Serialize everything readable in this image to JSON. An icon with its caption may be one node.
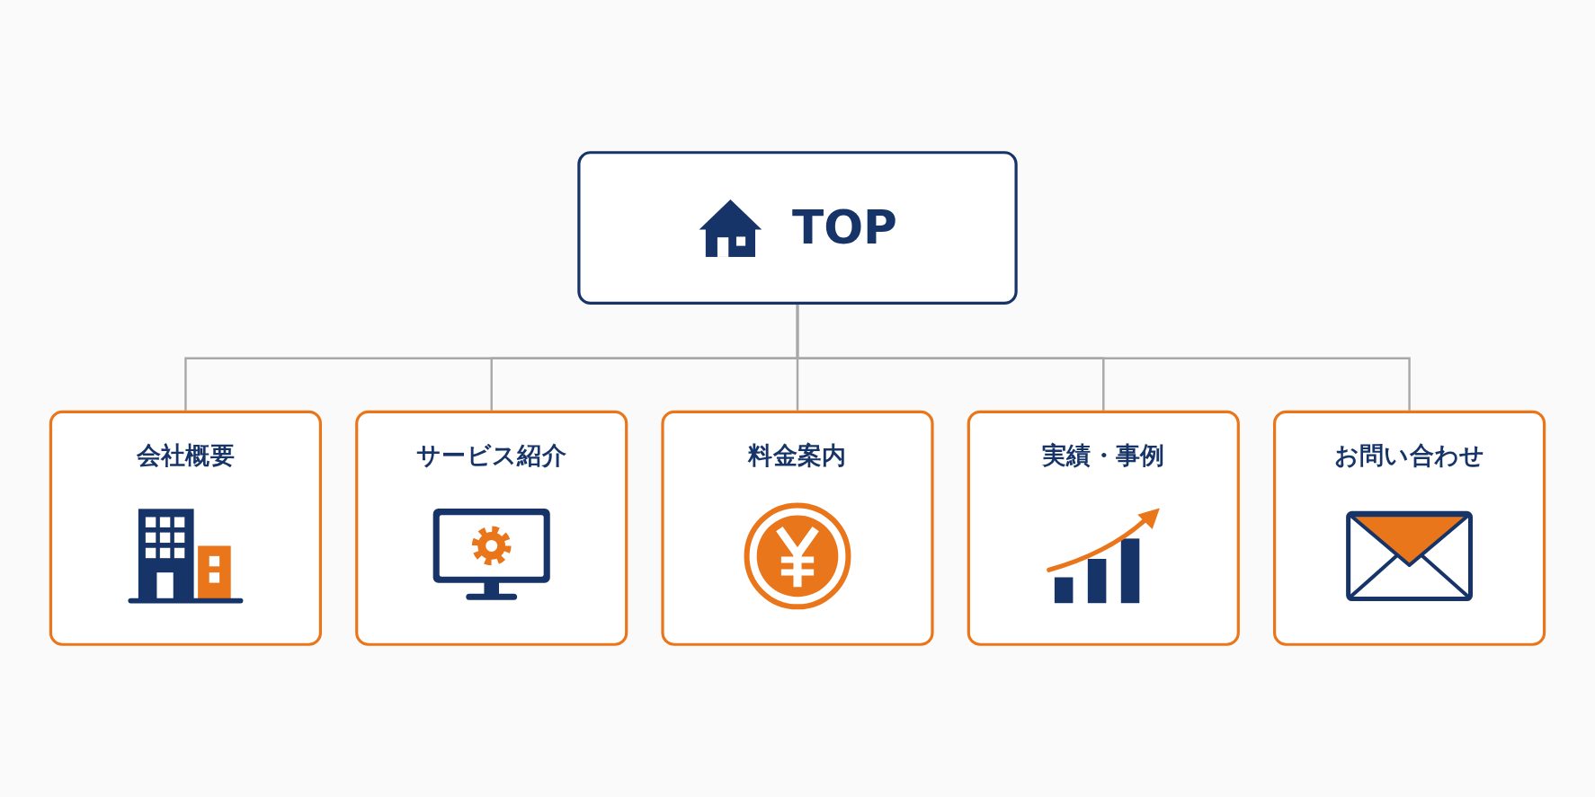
{
  "diagram": {
    "nodes": [
      {
        "text": [
          "TOP"
        ]
      },
      {
        "text": [
          "会社概要"
        ]
      },
      {
        "text": [
          "サービス紹介"
        ]
      },
      {
        "text": [
          "料金案内"
        ]
      },
      {
        "text": [
          "実績・事例"
        ]
      },
      {
        "text": [
          "お問い合わせ"
        ]
      }
    ],
    "edges": [
      {
        "from": 0,
        "to": 1,
        "arrow": "none"
      },
      {
        "from": 0,
        "to": 2,
        "arrow": "none"
      },
      {
        "from": 0,
        "to": 3,
        "arrow": "none"
      },
      {
        "from": 0,
        "to": 4,
        "arrow": "none"
      },
      {
        "from": 0,
        "to": 5,
        "arrow": "none"
      }
    ]
  }
}
